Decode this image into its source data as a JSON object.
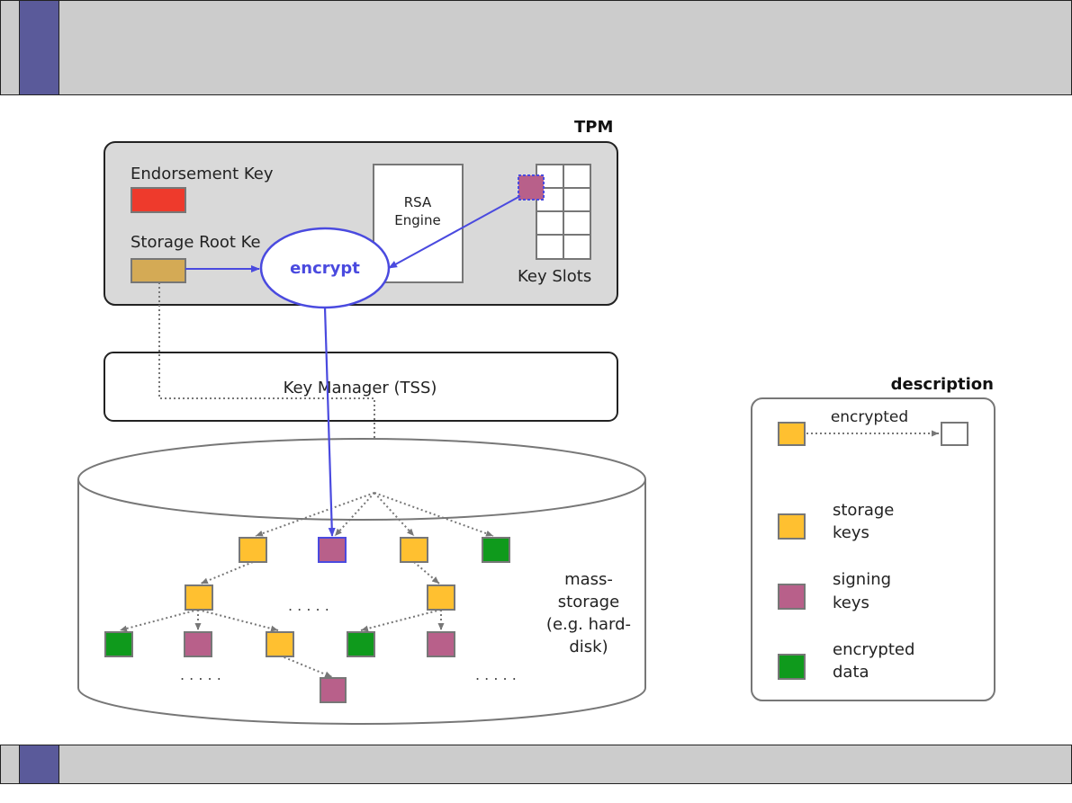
{
  "diagram": {
    "tpm_label": "TPM",
    "endorsement_key_label": "Endorsement Key",
    "storage_root_key_label": "Storage Root Ke",
    "rsa_engine_line1": "RSA",
    "rsa_engine_line2": "Engine",
    "key_slots_label": "Key Slots",
    "encrypt_label": "encrypt",
    "key_manager_label": "Key Manager (TSS)",
    "mass_storage_lines": [
      "mass-",
      "storage",
      "(e.g. hard-",
      "disk)"
    ],
    "ellipsis": ". . . . ."
  },
  "legend": {
    "title": "description",
    "encrypted_label": "encrypted",
    "storage_keys": [
      "storage",
      "keys"
    ],
    "signing_keys": [
      "signing",
      "keys"
    ],
    "encrypted_data": [
      "encrypted",
      "data"
    ]
  },
  "colors": {
    "endorsement_key": "#ee3a2c",
    "storage_root_key": "#d4aa55",
    "storage_key": "#ffc030",
    "signing_key": "#b8608a",
    "encrypted_data": "#0f9a1c",
    "encrypt_blue": "#4a4adf",
    "tpm_fill": "#d9d9d9"
  }
}
